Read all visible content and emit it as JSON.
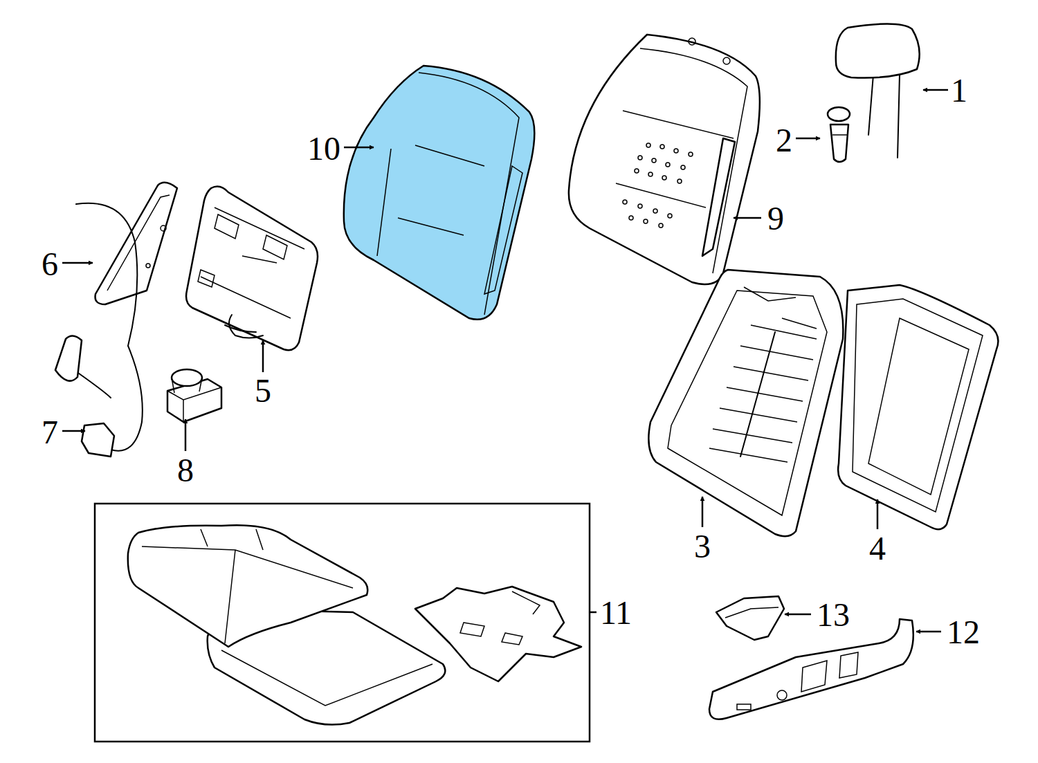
{
  "diagram": {
    "labels": [
      "1",
      "2",
      "3",
      "4",
      "5",
      "6",
      "7",
      "8",
      "9",
      "10",
      "11",
      "12",
      "13"
    ]
  }
}
